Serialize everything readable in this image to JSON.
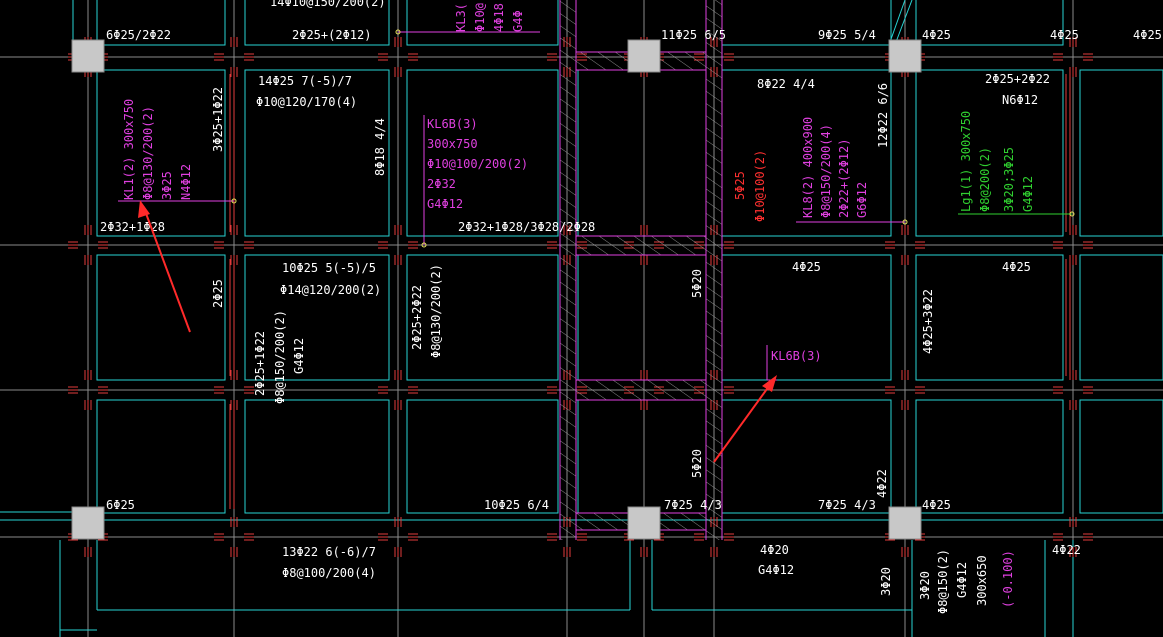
{
  "colors": {
    "background": "#000000",
    "axis_line": "#8a8a8a",
    "beam_edge": "#27d3d3",
    "rebar": "#e23b3b",
    "column": "#c8c8c8",
    "white_text": "#ffffff",
    "magenta_text": "#e040e0",
    "red_text": "#ff3030",
    "green_text": "#30d030",
    "leader_yellow": "#e8e05a",
    "arrow": "#ff2a2a"
  },
  "white_labels": {
    "top_left_6p25_2p22": "6Φ25/2Φ22",
    "top_2p25_plus_2p12": "2Φ25+(2Φ12)",
    "top_frag": "14Φ10@150/200(2)",
    "top_11p25_6_5": "11Φ25 6/5",
    "top_9p25_5_4": "9Φ25 5/4",
    "top_4p25_a": "4Φ25",
    "top_4p25_b": "4Φ25",
    "top_4p25_c": "4Φ25",
    "r1_14p25": "14Φ25 7(-5)/7",
    "r1_p10_120_170": "Φ10@120/170(4)",
    "r1_3p25_1p22": "3Φ25+1Φ22",
    "r1_8p18": "8Φ18 4/4",
    "r1_8p22": "8Φ22 4/4",
    "r1_2p25_2p22": "2Φ25+2Φ22",
    "r1_n6p12": "N6Φ12",
    "r1_12p22": "12Φ22 6/6",
    "r1_2p32_1p28": "2Φ32+1Φ28",
    "r1_2p32_long": "2Φ32+1Φ28/3Φ28/2Φ28",
    "r2_10p25": "10Φ25 5(-5)/5",
    "r2_p14": "Φ14@120/200(2)",
    "r2_2p25": "2Φ25",
    "r2_2p25_2p22": "2Φ25+2Φ22",
    "r2_p8_130": "Φ8@130/200(2)",
    "r2_5p20": "5Φ20",
    "r2_4p25": "4Φ25",
    "r2_4p25b": "4Φ25",
    "r2_4p25_3p22": "4Φ25+3Φ22",
    "r3_2p25_1p22": "2Φ25+1Φ22",
    "r3_p8_150": "Φ8@150/200(2)",
    "r3_g4p12": "G4Φ12",
    "r3_5p20": "5Φ20",
    "r3_4p22": "4Φ22",
    "r4_6p25": "6Φ25",
    "r4_10p25": "10Φ25 6/4",
    "r4_7p25_43": "7Φ25 4/3",
    "r4_7p25_43b": "7Φ25 4/3",
    "r4_4p25": "4Φ25",
    "b_13p22": "13Φ22 6(-6)/7",
    "b_p8_100": "Φ8@100/200(4)",
    "b_4p20": "4Φ20",
    "b_g4p12": "G4Φ12",
    "b_3p20": "3Φ20",
    "b_3p20b": "3Φ20",
    "b_p8_150": "Φ8@150(2)",
    "b_g4p12b": "G4Φ12",
    "b_300x650": "300x650",
    "b_4p22": "4Φ22"
  },
  "magenta_labels": {
    "kl1_a": "KL1(2) 300x750",
    "kl1_b": "Φ8@130/200(2)",
    "kl1_c": "3Φ25",
    "kl1_d": "N4Φ12",
    "kl3_a": "KL3(",
    "kl3_b": "Φ10@",
    "kl3_c": "4Φ18",
    "kl3_d": "G4Φ",
    "kl6_a": "KL6B(3)",
    "kl6_b": "300x750",
    "kl6_c": "Φ10@100/200(2)",
    "kl6_d": "2Φ32",
    "kl6_e": "G4Φ12",
    "kl8_a": "KL8(2) 400x900",
    "kl8_b": "Φ8@150/200(4)",
    "kl8_c": "2Φ22+(2Φ12)",
    "kl8_d": "G6Φ12",
    "kl6_tag": "KL6B(3)",
    "elev": "(-0.100)"
  },
  "red_labels": {
    "r_5p25": "5Φ25",
    "r_p10": "Φ10@100(2)"
  },
  "green_labels": {
    "lg_a": "Lg1(1) 300x750",
    "lg_b": "Φ8@200(2)",
    "lg_c": "3Φ20;3Φ25",
    "lg_d": "G4Φ12"
  },
  "annotations": {
    "arrow_count": 2
  }
}
